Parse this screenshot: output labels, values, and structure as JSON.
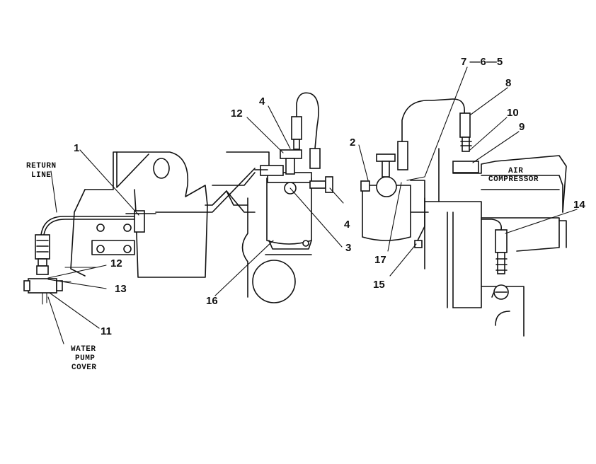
{
  "callouts": {
    "c1": "1",
    "c2": "2",
    "c3": "3",
    "c4_top": "4",
    "c4_bottom": "4",
    "c765": "7 —6—5",
    "c8": "8",
    "c9": "9",
    "c10": "10",
    "c11": "11",
    "c12_top": "12",
    "c12_left": "12",
    "c13": "13",
    "c14": "14",
    "c15": "15",
    "c16": "16",
    "c17": "17"
  },
  "captions": {
    "return_line_1": "RETURN",
    "return_line_2": "LINE",
    "water_1": "WATER",
    "water_2": "PUMP",
    "water_3": "COVER",
    "air_1": "AIR",
    "air_2": "COMPRESSOR"
  }
}
